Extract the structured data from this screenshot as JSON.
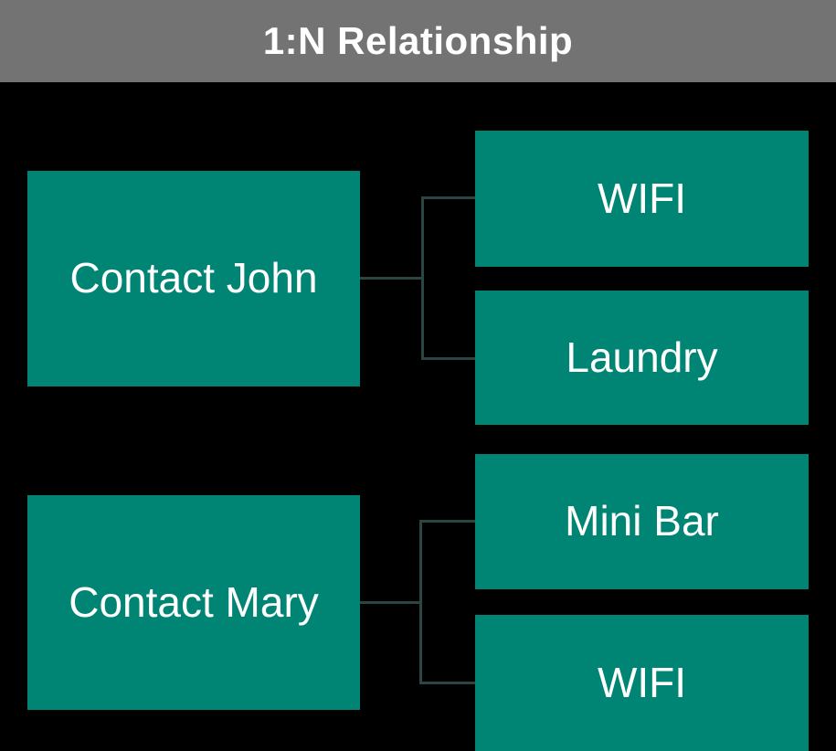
{
  "title": "1:N Relationship",
  "colors": {
    "background": "#000000",
    "header_bg": "#737373",
    "header_text": "#ffffff",
    "box_fill": "#008575",
    "box_text": "#ffffff",
    "connector": "#294642"
  },
  "nodes": {
    "contact_john": "Contact John",
    "wifi_john": "WIFI",
    "laundry": "Laundry",
    "contact_mary": "Contact Mary",
    "mini_bar": "Mini Bar",
    "wifi_mary": "WIFI"
  },
  "diagram": {
    "type": "one-to-many-relationship",
    "groups": [
      {
        "parent": "Contact John",
        "children": [
          "WIFI",
          "Laundry"
        ]
      },
      {
        "parent": "Contact Mary",
        "children": [
          "Mini Bar",
          "WIFI"
        ]
      }
    ]
  }
}
